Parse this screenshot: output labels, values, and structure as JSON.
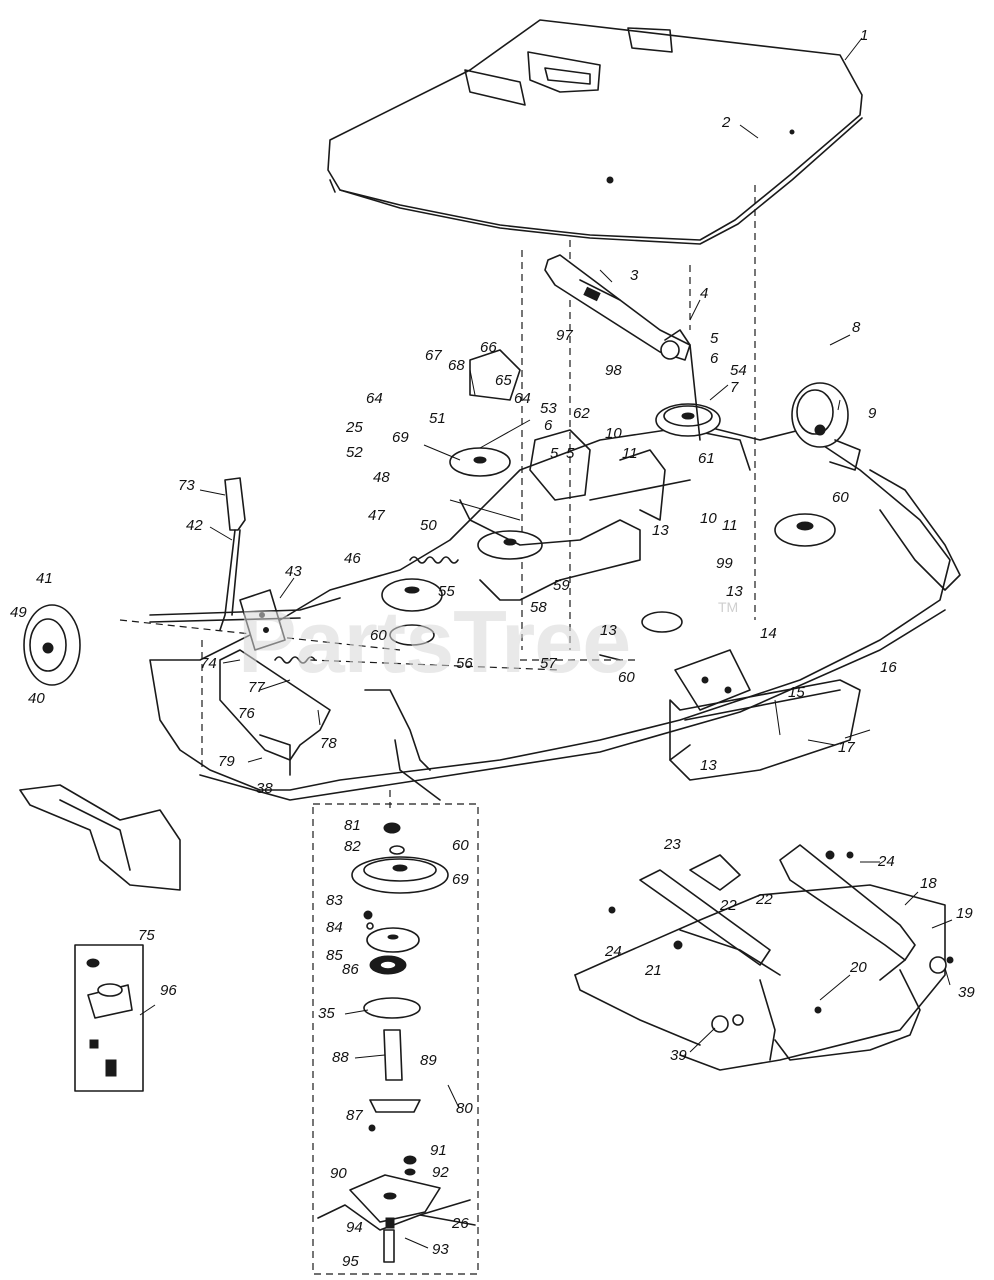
{
  "diagram": {
    "watermark": "PartsTree",
    "watermark_mark": "TM",
    "callouts": {
      "c1": "1",
      "c2": "2",
      "c3": "3",
      "c4": "4",
      "c5a": "5",
      "c5b": "5",
      "c5c": "5",
      "c6a": "6",
      "c6b": "6",
      "c7": "7",
      "c8": "8",
      "c9": "9",
      "c10a": "10",
      "c10b": "10",
      "c11a": "11",
      "c11b": "11",
      "c13a": "13",
      "c13b": "13",
      "c13c": "13",
      "c13d": "13",
      "c14": "14",
      "c15": "15",
      "c16": "16",
      "c17": "17",
      "c18": "18",
      "c19": "19",
      "c20": "20",
      "c21": "21",
      "c22a": "22",
      "c22b": "22",
      "c23": "23",
      "c24a": "24",
      "c24b": "24",
      "c25": "25",
      "c26": "26",
      "c35": "35",
      "c38": "38",
      "c39a": "39",
      "c39b": "39",
      "c40": "40",
      "c41": "41",
      "c42": "42",
      "c43": "43",
      "c46": "46",
      "c47": "47",
      "c48": "48",
      "c49": "49",
      "c50": "50",
      "c51": "51",
      "c52": "52",
      "c53": "53",
      "c54": "54",
      "c55": "55",
      "c56": "56",
      "c57": "57",
      "c58": "58",
      "c59": "59",
      "c60a": "60",
      "c60b": "60",
      "c60c": "60",
      "c60d": "60",
      "c61": "61",
      "c62": "62",
      "c64a": "64",
      "c64b": "64",
      "c65": "65",
      "c66": "66",
      "c67": "67",
      "c68": "68",
      "c69a": "69",
      "c69b": "69",
      "c73": "73",
      "c74": "74",
      "c75": "75",
      "c76": "76",
      "c77": "77",
      "c78": "78",
      "c79": "79",
      "c80": "80",
      "c81": "81",
      "c82": "82",
      "c83": "83",
      "c84": "84",
      "c85": "85",
      "c86": "86",
      "c87": "87",
      "c88": "88",
      "c89": "89",
      "c90": "90",
      "c91": "91",
      "c92": "92",
      "c93": "93",
      "c94": "94",
      "c95": "95",
      "c96": "96",
      "c97": "97",
      "c98": "98",
      "c99": "99"
    }
  }
}
